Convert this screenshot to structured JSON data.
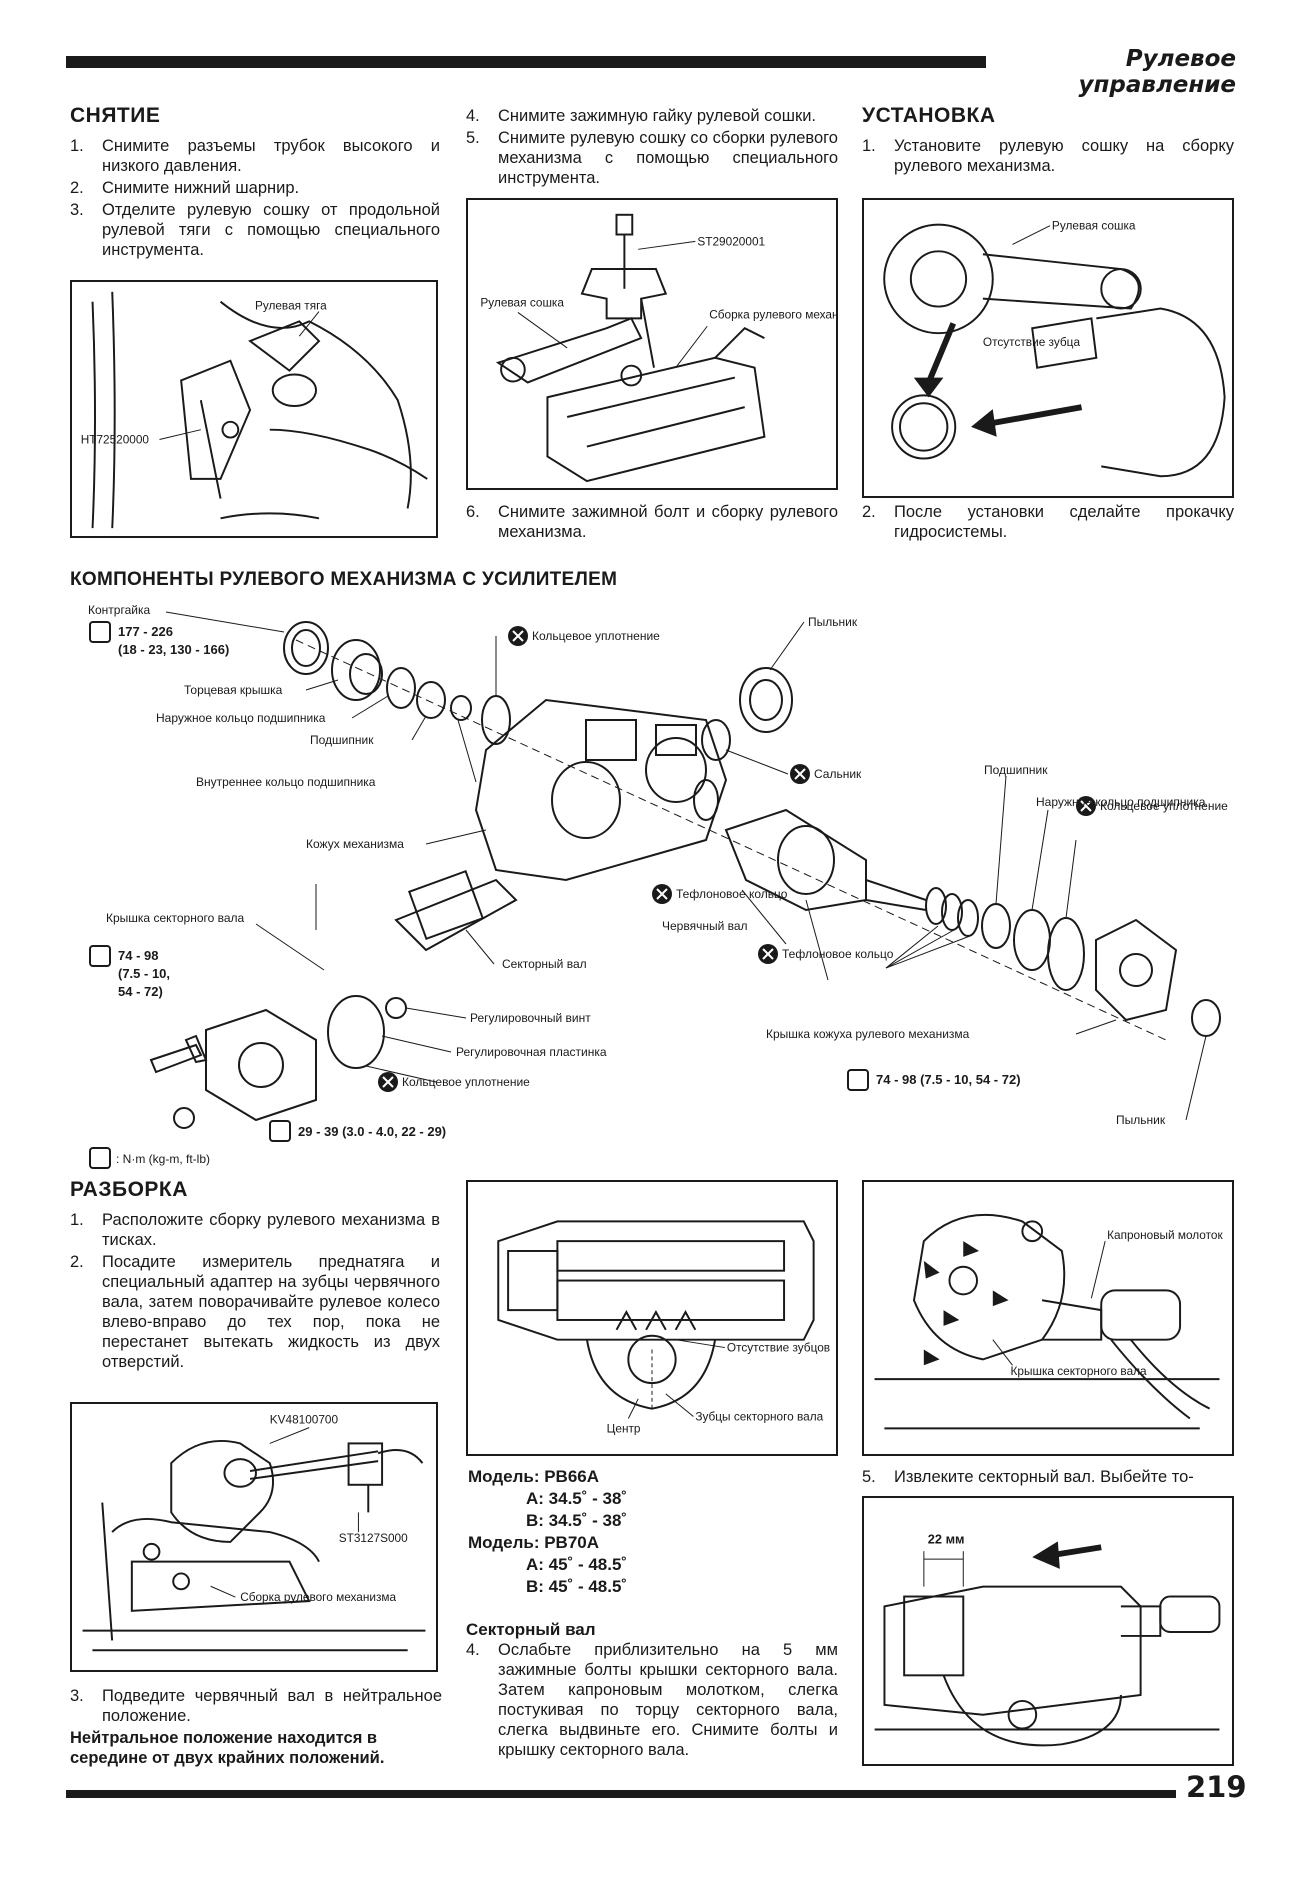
{
  "header": {
    "title": "Рулевое управление"
  },
  "removal": {
    "title": "СНЯТИЕ",
    "steps": [
      {
        "n": "1.",
        "text": "Снимите разъемы трубок высокого и низкого давления."
      },
      {
        "n": "2.",
        "text": "Снимите нижний шарнир."
      },
      {
        "n": "3.",
        "text": "Отделите рулевую сошку от продольной рулевой тяги с помощью специального инструмента."
      }
    ],
    "fig1": {
      "label_rod": "Рулевая тяга",
      "label_tool": "HT72520000"
    },
    "steps_b": [
      {
        "n": "4.",
        "text": "Снимите зажимную гайку рулевой сошки."
      },
      {
        "n": "5.",
        "text": "Снимите рулевую сошку со сборки рулевого механизма с помощью специального инструмента."
      }
    ],
    "fig2": {
      "label_tool": "ST29020001",
      "label_arm": "Рулевая сошка",
      "label_gear": "Сборка рулевого механизма"
    },
    "step6": {
      "n": "6.",
      "text": "Снимите зажимной болт и сборку рулевого механизма."
    }
  },
  "install": {
    "title": "УСТАНОВКА",
    "steps": [
      {
        "n": "1.",
        "text": "Установите рулевую сошку на сборку рулевого механизма."
      }
    ],
    "fig": {
      "label_arm": "Рулевая сошка",
      "label_teeth": "Отсутствие зубца"
    },
    "step2": {
      "n": "2.",
      "text": "После установки сделайте прокачку гидросистемы."
    }
  },
  "components": {
    "title": "КОМПОНЕНТЫ РУЛЕВОГО МЕХАНИЗМА С УСИЛИТЕЛЕМ",
    "labels": {
      "locknut": "Контргайка",
      "torque1_a": "177 - 226",
      "torque1_b": "(18 - 23, 130 - 166)",
      "end_cover": "Торцевая крышка",
      "outer_race": "Наружное кольцо подшипника",
      "bearing": "Подшипник",
      "inner_race": "Внутреннее кольцо подшипника",
      "housing": "Кожух механизма",
      "oring_top": "Кольцевое уплотнение",
      "dust_cover_top": "Пыльник",
      "oil_seal": "Сальник",
      "teflon1": "Тефлоновое кольцо",
      "worm": "Червячный вал",
      "teflon2": "Тефлоновое кольцо",
      "bearing_r": "Подшипник",
      "outer_ring_r": "Наружное кольцо подшипника",
      "oring_r": "Кольцевое уплотнение",
      "sector_cover": "Крышка секторного вала",
      "torque2_a": "74 - 98",
      "torque2_b": "(7.5 - 10,",
      "torque2_c": "54 - 72)",
      "sector_shaft": "Секторный вал",
      "adj_screw": "Регулировочный винт",
      "adj_plate": "Регулировочная пластинка",
      "oring_bottom": "Кольцевое уплотнение",
      "torque3": "29 - 39 (3.0 - 4.0, 22 - 29)",
      "housing_cover": "Крышка кожуха рулевого механизма",
      "torque4": "74 - 98  (7.5 - 10, 54 - 72)",
      "dust_cover_bottom": "Пыльник",
      "legend": ": N·m (kg-m, ft-lb)"
    }
  },
  "disassembly": {
    "title": "РАЗБОРКА",
    "steps": [
      {
        "n": "1.",
        "text": "Расположите сборку рулевого механизма в тисках."
      },
      {
        "n": "2.",
        "text": "Посадите измеритель преднатяга и специальный адаптер на зубцы червячного вала, затем поворачивайте рулевое колесо влево-вправо до тех пор, пока не перестанет вытекать жидкость из двух отверстий."
      }
    ],
    "fig": {
      "label_tool1": "KV48100700",
      "label_tool2": "ST3127S000",
      "label_gear": "Сборка рулевого механизма"
    },
    "step3": {
      "n": "3.",
      "text": "Подведите червячный вал в нейтральное положение."
    },
    "note": "Нейтральное положение находится в середине от двух крайних положений."
  },
  "center": {
    "fig": {
      "label_missing": "Отсутствие зубцов",
      "label_center": "Центр",
      "label_teeth": "Зубцы секторного вала"
    },
    "spec": {
      "model1": "Модель: PB66A",
      "a1": "A: 34.5˚ -  38˚",
      "b1": "B: 34.5˚ -  38˚",
      "model2": "Модель: PB70A",
      "a2": "A: 45˚ -  48.5˚",
      "b2": "B: 45˚ -  48.5˚"
    },
    "subtitle": "Секторный вал",
    "step4": {
      "n": "4.",
      "text": "Ослабьте приблизительно на 5 мм зажимные болты крышки секторного вала. Затем капроновым молотком, слегка постукивая по торцу секторного вала, слегка выдвиньте его. Снимите болты и крышку секторного вала."
    }
  },
  "right": {
    "fig1": {
      "label_hammer": "Капроновый молоток",
      "label_cover": "Крышка секторного вала"
    },
    "step5": {
      "n": "5.",
      "text": "Извлеките секторный вал. Выбейте то-"
    },
    "fig2": {
      "label_dim": "22 мм"
    }
  },
  "footer": {
    "page": "219"
  }
}
